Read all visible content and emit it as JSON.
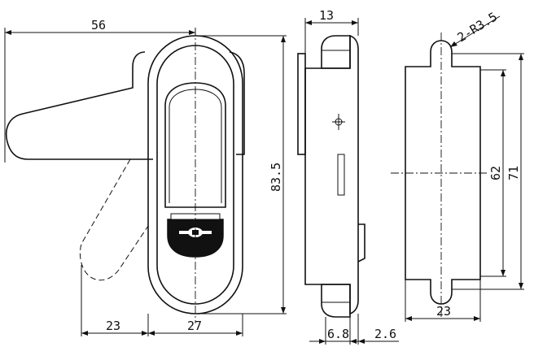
{
  "dimensions": {
    "overall_width": "56",
    "height": "83.5",
    "depth": "13",
    "radius": "2-R3.5",
    "slot_length_inner": "62",
    "slot_length_outer": "71",
    "slot_width": "23",
    "handle_offset": "23",
    "body_width": "27",
    "thickness_a": "6.8",
    "thickness_b": "2.6"
  }
}
